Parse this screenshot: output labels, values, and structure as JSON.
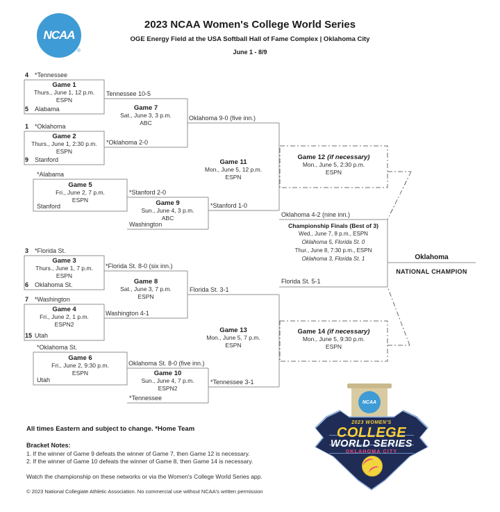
{
  "header": {
    "logo": "NCAA",
    "registered_mark": "®",
    "title": "2023 NCAA Women's College World Series",
    "subtitle": "OGE Energy Field at the USA Softball Hall of Fame Complex | Oklahoma City",
    "date_range": "June 1 - 8/9"
  },
  "teams": {
    "game1_top": {
      "seed": "4",
      "name": "*Tennessee"
    },
    "game1_bottom": {
      "seed": "5",
      "name": "Alabama"
    },
    "game2_top": {
      "seed": "1",
      "name": "*Oklahoma"
    },
    "game2_bottom": {
      "seed": "9",
      "name": "Stanford"
    },
    "game3_top": {
      "seed": "3",
      "name": "*Florida St."
    },
    "game3_bottom": {
      "seed": "6",
      "name": "Oklahoma St."
    },
    "game4_top": {
      "seed": "7",
      "name": "*Washington"
    },
    "game4_bottom": {
      "seed": "15",
      "name": "Utah"
    },
    "game5_top": {
      "name": "*Alabama"
    },
    "game5_bottom": {
      "name": "Stanford"
    },
    "game6_top": {
      "name": "*Oklahoma St."
    },
    "game6_bottom": {
      "name": "Utah"
    },
    "game9_bottom": {
      "name": "Washington"
    },
    "game10_bottom": {
      "name": "*Tennessee"
    }
  },
  "games": {
    "game1": {
      "title": "Game 1",
      "date": "Thurs., June 1, 12 p.m.",
      "network": "ESPN"
    },
    "game2": {
      "title": "Game 2",
      "date": "Thurs., June 1, 2:30 p.m.",
      "network": "ESPN"
    },
    "game3": {
      "title": "Game 3",
      "date": "Thurs., June 1, 7 p.m.",
      "network": "ESPN"
    },
    "game4": {
      "title": "Game 4",
      "date": "Fri., June 2, 1 p.m.",
      "network": "ESPN2"
    },
    "game5": {
      "title": "Game 5",
      "date": "Fri., June 2, 7 p.m.",
      "network": "ESPN"
    },
    "game6": {
      "title": "Game 6",
      "date": "Fri., June 2, 9:30 p.m.",
      "network": "ESPN"
    },
    "game7": {
      "title": "Game 7",
      "date": "Sat., June 3, 3 p.m.",
      "network": "ABC"
    },
    "game8": {
      "title": "Game 8",
      "date": "Sat., June 3, 7 p.m.",
      "network": "ESPN"
    },
    "game9": {
      "title": "Game 9",
      "date": "Sun., June 4, 3 p.m.",
      "network": "ABC"
    },
    "game10": {
      "title": "Game 10",
      "date": "Sun., June 4, 7 p.m.",
      "network": "ESPN2"
    },
    "game11": {
      "title": "Game 11",
      "date": "Mon., June 5, 12 p.m.",
      "network": "ESPN"
    },
    "game12": {
      "title": "Game 12",
      "note": "(if necessary)",
      "date": "Mon., June 5, 2:30 p.m.",
      "network": "ESPN"
    },
    "game13": {
      "title": "Game 13",
      "date": "Mon., June 5, 7 p.m.",
      "network": "ESPN"
    },
    "game14": {
      "title": "Game 14",
      "note": "(if necessary)",
      "date": "Mon., June 5, 9:30 p.m.",
      "network": "ESPN"
    }
  },
  "results": {
    "game1": "Tennessee  10-5",
    "game2": "*Oklahoma  2-0",
    "game3": "*Florida St.  8-0 (six inn.)",
    "game4": "Washington  4-1",
    "game5": "*Stanford  2-0",
    "game6": "Oklahoma St.  8-0 (five inn.)",
    "game7": "Oklahoma  9-0 (five inn.)",
    "game8": "Florida St.  3-1",
    "game9": "*Stanford  1-0",
    "game10": "*Tennessee  3-1",
    "game11": "Oklahoma  4-2 (nine inn.)",
    "game13": "Florida St.  5-1"
  },
  "finals": {
    "title": "Championship Finals (Best of 3)",
    "game1_schedule": "Wed., June 7, 8 p.m., ESPN",
    "game1_score": "Oklahoma 5, Florida St. 0",
    "game2_schedule": "Thur., June 8, 7:30 p.m., ESPN",
    "game2_score": "Oklahoma 3, Florida St. 1"
  },
  "champion": {
    "name": "Oklahoma",
    "label": "NATIONAL CHAMPION"
  },
  "footer": {
    "note_times": "All times Eastern and subject to change. *Home Team",
    "bracket_notes_title": "Bracket Notes:",
    "note1": "1. If the winner of Game 9 defeats the winner of Game 7, then Game 12 is necessary.",
    "note2": "2. If the winner of Game 10 defeats the winner of Game 8, then Game 14 is necessary.",
    "watch": "Watch the championship on these networks or via the Women's College World Series app.",
    "copyright": "© 2023 National Collegiate Athletic Association. No commercial use without NCAA's written permission"
  },
  "wcws_logo": {
    "ncaa": "NCAA",
    "year_line": "2023 WOMEN'S",
    "line1": "COLLEGE",
    "line2": "WORLD SERIES",
    "city": "OKLAHOMA CITY"
  },
  "colors": {
    "ncaa_blue": "#3e9bd5",
    "line_gray": "#8f8f8f",
    "dash_gray": "#6b6b6b",
    "navy": "#1f2c55",
    "logo_yellow": "#fdd034",
    "logo_pink": "#ee4b7d"
  }
}
